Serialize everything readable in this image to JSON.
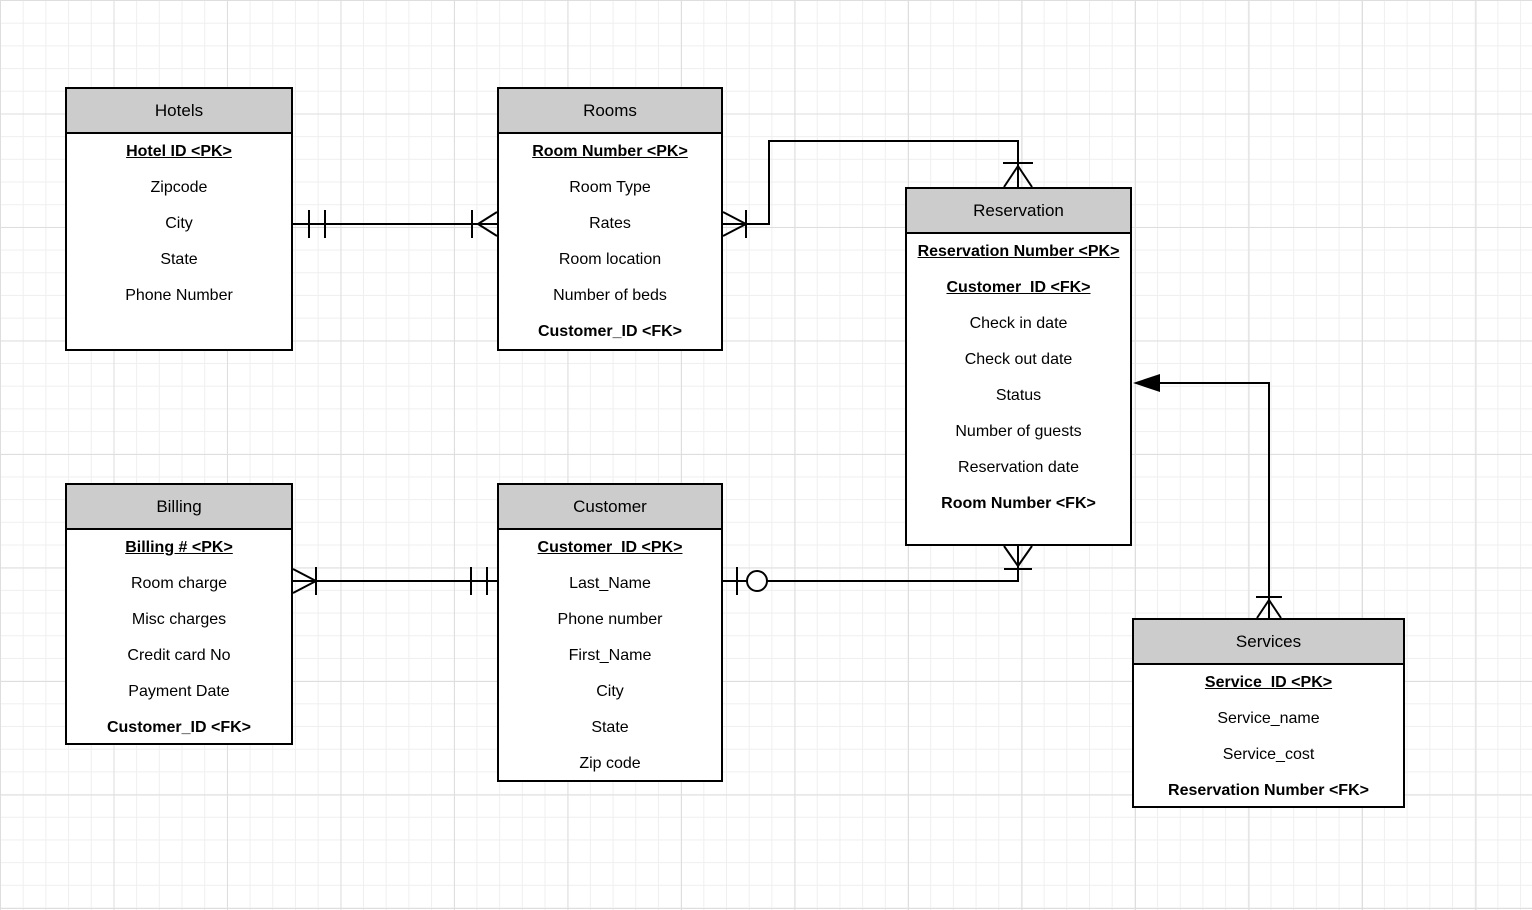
{
  "entities": {
    "hotels": {
      "title": "Hotels",
      "fields": [
        {
          "text": "Hotel ID <PK>",
          "style": "pk"
        },
        {
          "text": "Zipcode",
          "style": "plain"
        },
        {
          "text": "City",
          "style": "plain"
        },
        {
          "text": "State",
          "style": "plain"
        },
        {
          "text": "Phone Number",
          "style": "plain"
        }
      ]
    },
    "rooms": {
      "title": "Rooms",
      "fields": [
        {
          "text": "Room Number <PK>",
          "style": "pk"
        },
        {
          "text": "Room Type",
          "style": "plain"
        },
        {
          "text": "Rates",
          "style": "plain"
        },
        {
          "text": "Room location",
          "style": "plain"
        },
        {
          "text": "Number of beds",
          "style": "plain"
        },
        {
          "text": "Customer_ID <FK>",
          "style": "fk"
        }
      ]
    },
    "reservation": {
      "title": "Reservation",
      "fields": [
        {
          "text": "Reservation Number <PK>",
          "style": "pk"
        },
        {
          "text": "Customer  ID <FK>",
          "style": "pkfk"
        },
        {
          "text": "Check in date",
          "style": "plain"
        },
        {
          "text": "Check out date",
          "style": "plain"
        },
        {
          "text": "Status",
          "style": "plain"
        },
        {
          "text": "Number of guests",
          "style": "plain"
        },
        {
          "text": "Reservation date",
          "style": "plain"
        },
        {
          "text": "Room Number <FK>",
          "style": "fk"
        }
      ]
    },
    "billing": {
      "title": "Billing",
      "fields": [
        {
          "text": "Billing # <PK>",
          "style": "pk"
        },
        {
          "text": "Room charge",
          "style": "plain"
        },
        {
          "text": "Misc charges",
          "style": "plain"
        },
        {
          "text": "Credit card No",
          "style": "plain"
        },
        {
          "text": "Payment Date",
          "style": "plain"
        },
        {
          "text": "Customer_ID <FK>",
          "style": "fk"
        }
      ]
    },
    "customer": {
      "title": "Customer",
      "fields": [
        {
          "text": "Customer  ID <PK>",
          "style": "pk"
        },
        {
          "text": "Last_Name",
          "style": "plain"
        },
        {
          "text": "Phone number",
          "style": "plain"
        },
        {
          "text": "First_Name",
          "style": "plain"
        },
        {
          "text": "City",
          "style": "plain"
        },
        {
          "text": "State",
          "style": "plain"
        },
        {
          "text": "Zip code",
          "style": "plain"
        }
      ]
    },
    "services": {
      "title": "Services",
      "fields": [
        {
          "text": "Service  ID <PK>",
          "style": "pk"
        },
        {
          "text": "Service_name",
          "style": "plain"
        },
        {
          "text": "Service_cost",
          "style": "plain"
        },
        {
          "text": "Reservation Number <FK>",
          "style": "fk"
        }
      ]
    }
  },
  "connections": [
    {
      "from": "Hotels",
      "to": "Rooms",
      "from_cardinality": "one-and-only-one",
      "to_cardinality": "one-or-many"
    },
    {
      "from": "Rooms",
      "to": "Reservation",
      "from_cardinality": "one-or-many",
      "to_cardinality": "one-or-many"
    },
    {
      "from": "Billing",
      "to": "Customer",
      "from_cardinality": "one-or-many",
      "to_cardinality": "one-and-only-one"
    },
    {
      "from": "Customer",
      "to": "Reservation",
      "from_cardinality": "zero-or-one",
      "to_cardinality": "one-or-many"
    },
    {
      "from": "Services",
      "to": "Reservation",
      "from_cardinality": "one-or-many",
      "to_cardinality": "arrow"
    }
  ],
  "colors": {
    "entity_header_bg": "#cccccc",
    "entity_border": "#000000",
    "grid_minor": "#efefef",
    "grid_major": "#dedede",
    "background": "#ffffff"
  }
}
